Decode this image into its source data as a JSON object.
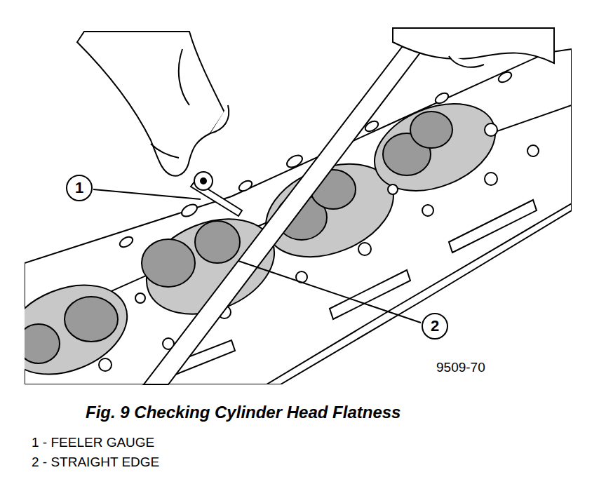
{
  "diagram": {
    "caption": "Fig. 9 Checking Cylinder Head Flatness",
    "nodes": [
      {
        "text": [
          "1"
        ]
      },
      {
        "text": [
          "2"
        ]
      }
    ],
    "labels": [
      "9509-70",
      "1 - FEELER GAUGE",
      "2 - STRAIGHT EDGE"
    ]
  }
}
